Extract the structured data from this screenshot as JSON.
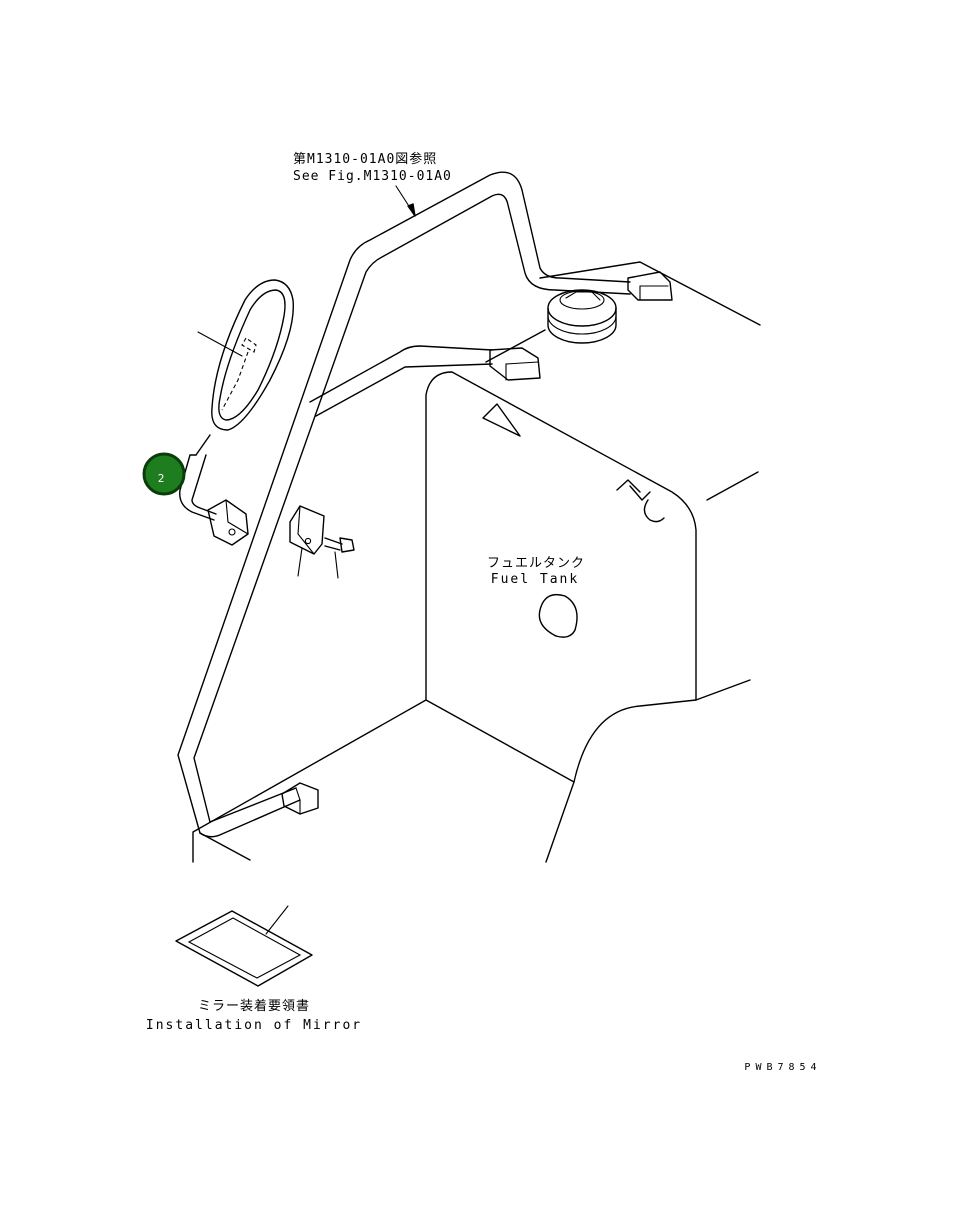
{
  "callouts": {
    "see_fig_jp": "第M1310-01A0図参照",
    "see_fig_en": "See Fig.M1310-01A0",
    "fuel_tank_jp": "フュエルタンク",
    "fuel_tank_en": "Fuel Tank",
    "manual_jp": "ミラー装着要領書",
    "manual_en": "Installation of Mirror"
  },
  "part_badge": {
    "number": "2",
    "color": "#1e7d1e"
  },
  "drawing_code": "PWB7854"
}
